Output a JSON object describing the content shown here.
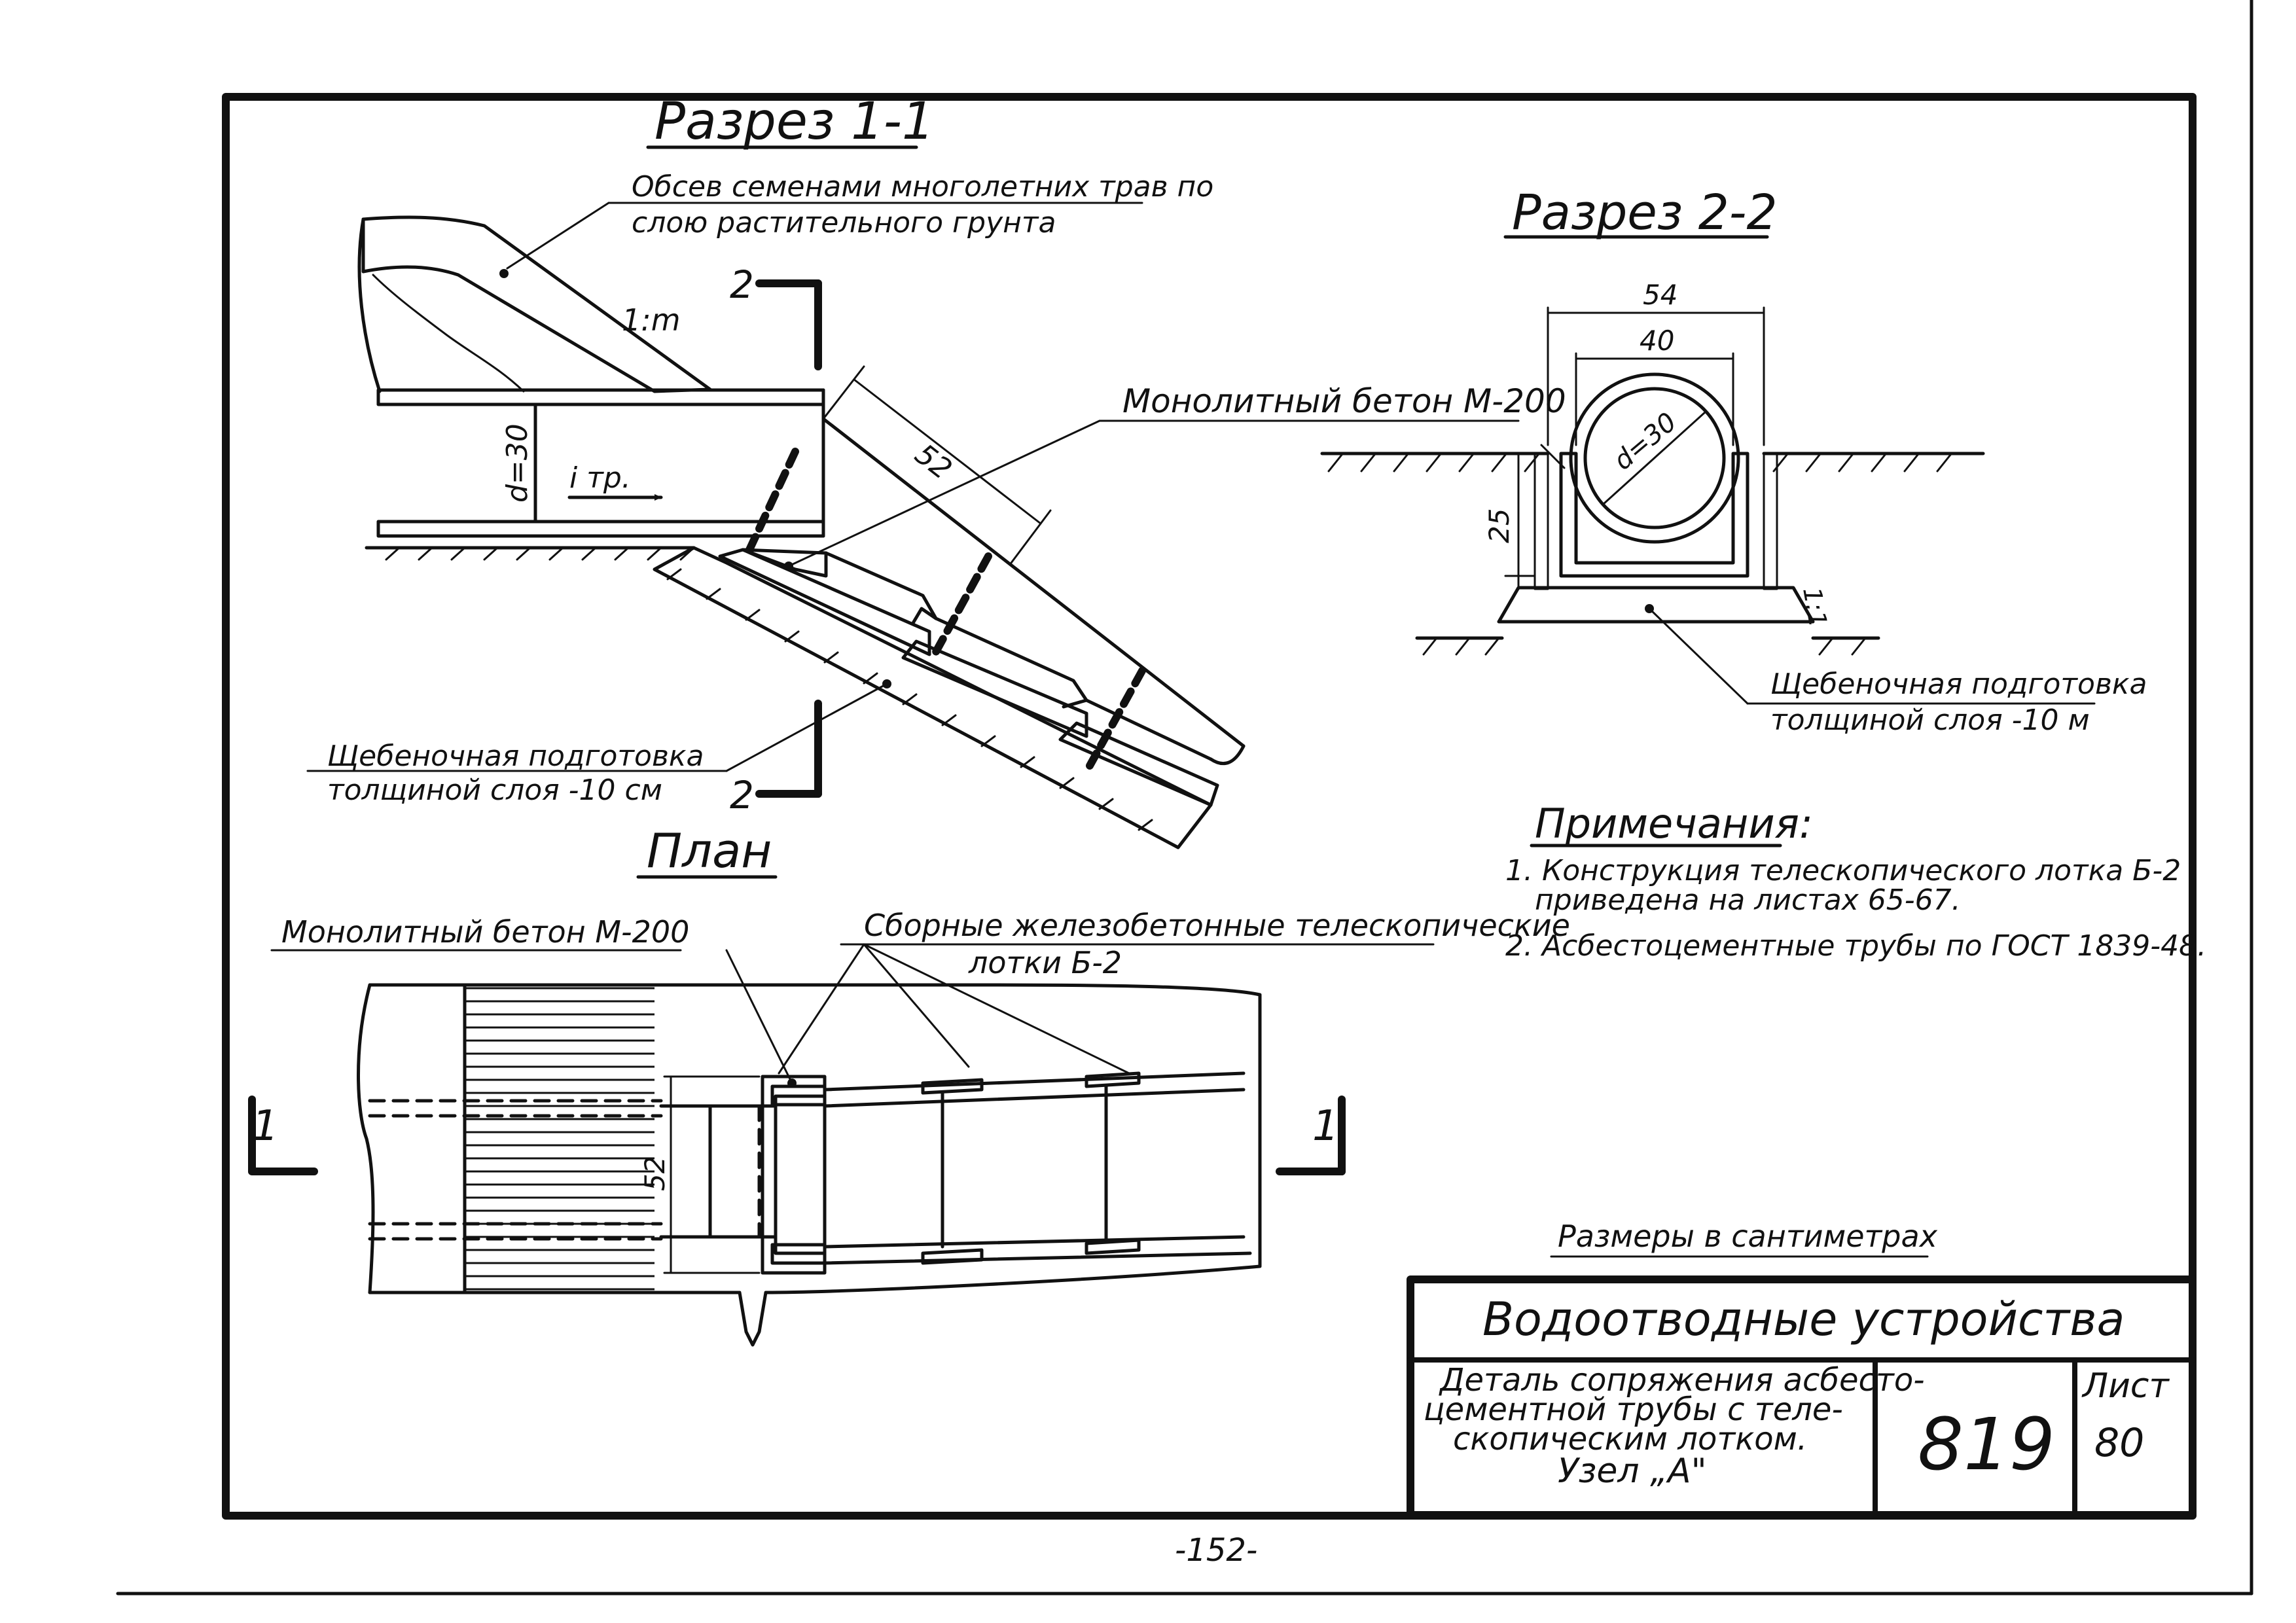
{
  "section_1": {
    "title": "Разрез 1-1",
    "seeding_note_line1": "Обсев семенами многолетних трав по",
    "seeding_note_line2": "слою растительного грунта",
    "slope_label": "1:m",
    "pipe_diameter": "d=30",
    "pipe_slope": "i тр.",
    "concrete_label": "Монолитный бетон М-200",
    "length_dim": "52",
    "gravel_line1": "Щебеночная подготовка",
    "gravel_line2": "толщиной слоя -10 см",
    "cut_mark_top": "2",
    "cut_mark_bottom": "2"
  },
  "section_2": {
    "title": "Разрез 2-2",
    "outer_width": "54",
    "inner_width": "40",
    "pipe_diameter": "d=30",
    "concrete_label": "Монолитный бетон М-200",
    "depth_dim": "25",
    "slope_label": "1:1",
    "gravel_line1": "Щебеночная подготовка",
    "gravel_line2": "толщиной слоя -10 м"
  },
  "plan": {
    "title": "План",
    "concrete_label": "Монолитный бетон М-200",
    "trays_line1": "Сборные железобетонные телескопические",
    "trays_line2": "лотки Б-2",
    "width_dim": "52",
    "cut_mark_left": "1",
    "cut_mark_right": "1"
  },
  "notes": {
    "heading": "Примечания:",
    "item1_line1": "1. Конструкция телескопического лотка Б-2",
    "item1_line2": "приведена на листах 65-67.",
    "item2": "2. Асбестоцементные трубы по ГОСТ 1839-48."
  },
  "units_note": "Размеры в сантиметрах",
  "title_block": {
    "header": "Водоотводные устройства",
    "desc_line1": "Деталь сопряжения асбесто-",
    "desc_line2": "цементной трубы с теле-",
    "desc_line3": "скопическим лотком.",
    "desc_line4": "Узел „А\"",
    "number": "819",
    "sheet_label": "Лист",
    "sheet_number": "80"
  },
  "page_number": "-152-"
}
